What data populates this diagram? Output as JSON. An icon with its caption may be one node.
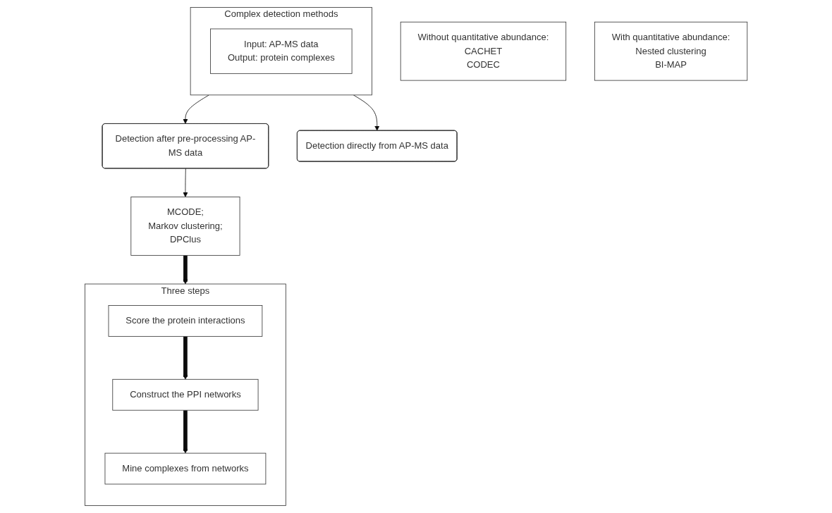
{
  "diagram": {
    "nodes": [
      {
        "text": [
          "Complex detection methods"
        ]
      },
      {
        "text": [
          "Input: AP-MS data",
          "Output: protein complexes"
        ],
        "in": 0
      },
      {
        "text": [
          "Detection after pre-processing AP-MS data"
        ]
      },
      {
        "text": [
          "Detection directly from AP-MS data"
        ]
      },
      {
        "text": [
          "Three steps"
        ]
      },
      {
        "text": [
          "Score the protein interactions"
        ],
        "in": 4
      },
      {
        "text": [
          "Construct the PPI networks"
        ],
        "in": 4
      },
      {
        "text": [
          "Mine complexes from networks"
        ],
        "in": 4
      },
      {
        "text": [
          "MCODE;",
          "Markov clustering;",
          "DPClus"
        ]
      },
      {
        "text": [
          "Without quantitative abundance:",
          "CACHET",
          "CODEC"
        ]
      },
      {
        "text": [
          "With quantitative abundance:",
          "Nested clustering",
          "BI-MAP"
        ]
      }
    ],
    "edges": [
      {
        "from": 0,
        "to": 2,
        "arrow": "to"
      },
      {
        "from": 0,
        "to": 3,
        "arrow": "to"
      },
      {
        "from": 2,
        "to": 8,
        "arrow": "to"
      },
      {
        "from": 5,
        "to": 6,
        "arrow": "to",
        "style": "thick"
      },
      {
        "from": 6,
        "to": 7,
        "arrow": "to",
        "style": "thick"
      },
      {
        "from": 8,
        "to": 4,
        "arrow": "to",
        "style": "thick"
      }
    ]
  }
}
